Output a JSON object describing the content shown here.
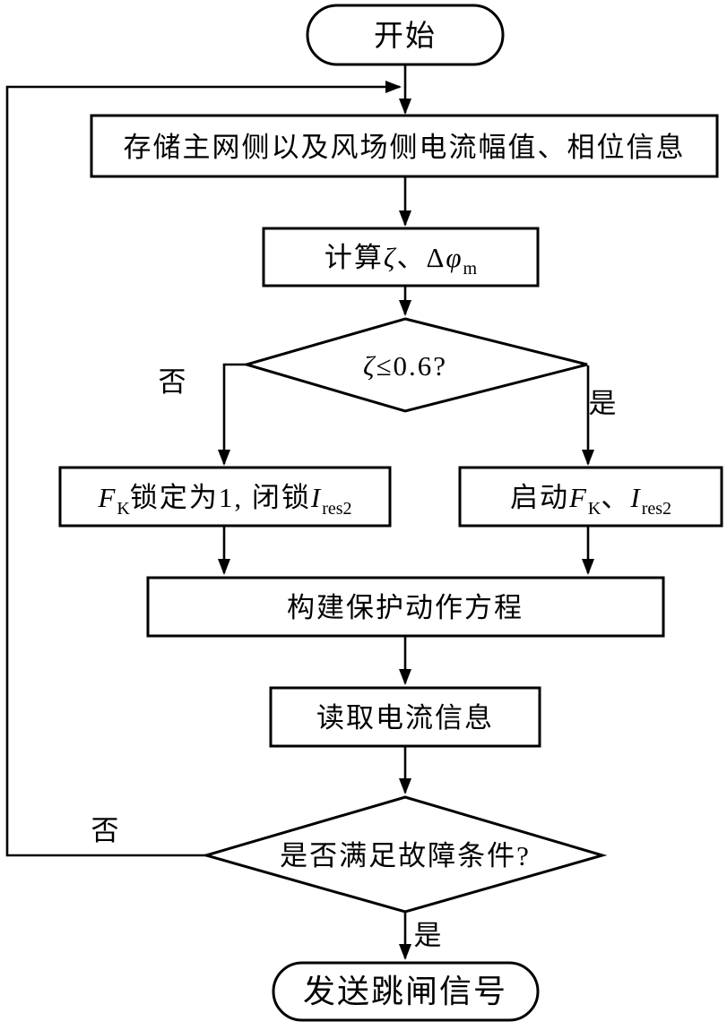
{
  "flowchart": {
    "colors": {
      "background": "#ffffff",
      "stroke": "#000000",
      "text": "#000000"
    },
    "nodes": {
      "start": {
        "label": "开始"
      },
      "store_info": {
        "label": "存储主网侧以及风场侧电流幅值、相位信息"
      },
      "calc_params": {
        "parts": [
          {
            "t": "计算"
          },
          {
            "t": "ζ"
          },
          {
            "t": "、Δ"
          },
          {
            "t": "φ"
          },
          {
            "t": "m"
          }
        ]
      },
      "zeta_decision": {
        "parts": [
          {
            "t": "ζ"
          },
          {
            "t": "≤0.6?"
          }
        ]
      },
      "lock_fk": {
        "parts": [
          {
            "t": "F"
          },
          {
            "t": "K"
          },
          {
            "t": "锁定为1, 闭锁"
          },
          {
            "t": "I"
          },
          {
            "t": "res2"
          }
        ]
      },
      "start_fk": {
        "parts": [
          {
            "t": "启动"
          },
          {
            "t": "F"
          },
          {
            "t": "K"
          },
          {
            "t": "、"
          },
          {
            "t": "I"
          },
          {
            "t": "res2"
          }
        ]
      },
      "build_equation": {
        "label": "构建保护动作方程"
      },
      "read_current": {
        "label": "读取电流信息"
      },
      "fault_decision": {
        "label": "是否满足故障条件?"
      },
      "send_trip": {
        "label": "发送跳闸信号"
      }
    },
    "edge_labels": {
      "zeta_no": "否",
      "zeta_yes": "是",
      "fault_no": "否",
      "fault_yes": "是"
    }
  }
}
